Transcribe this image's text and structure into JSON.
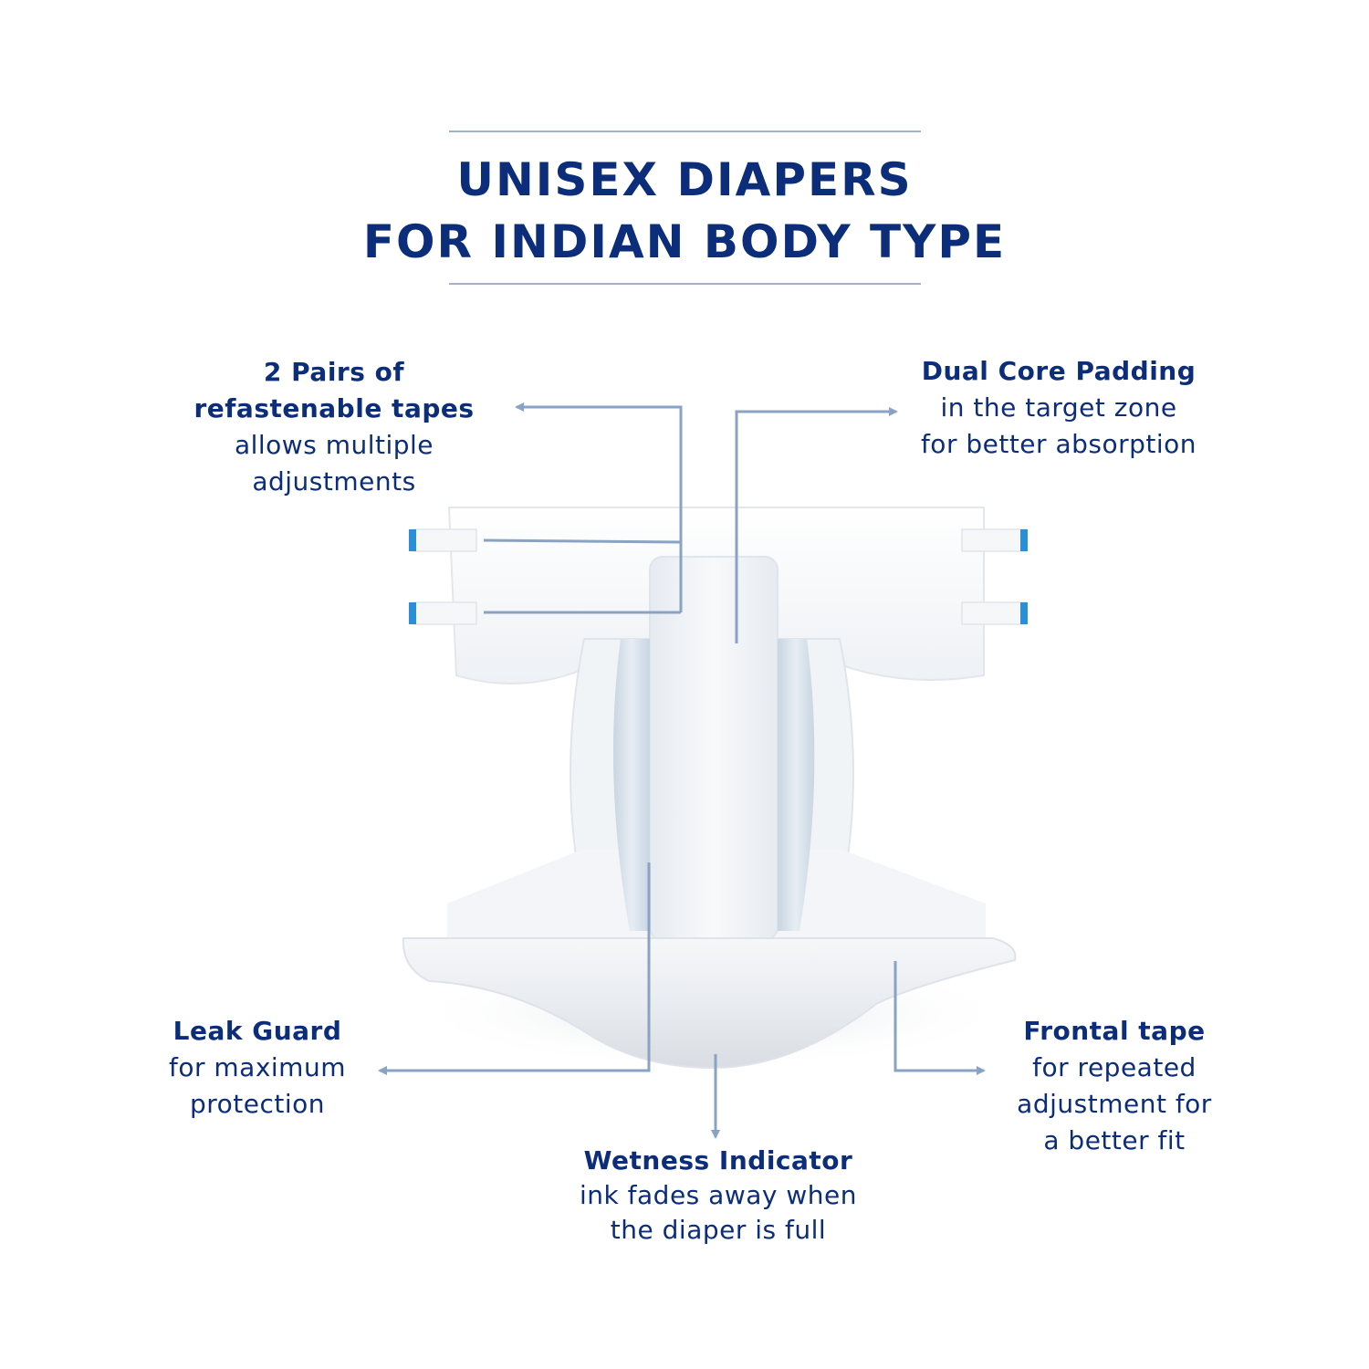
{
  "title": {
    "line1": "UNISEX DIAPERS",
    "line2": "FOR INDIAN BODY TYPE"
  },
  "callouts": {
    "tapes": {
      "heading": [
        "2 Pairs of",
        "refastenable tapes"
      ],
      "body": [
        "allows multiple",
        "adjustments"
      ]
    },
    "core": {
      "heading": "Dual Core Padding",
      "body": [
        "in the target zone",
        "for better absorption"
      ]
    },
    "leak": {
      "heading": "Leak Guard",
      "body": [
        "for maximum",
        "protection"
      ]
    },
    "wetness": {
      "heading": "Wetness Indicator",
      "body": [
        "ink fades away when",
        "the diaper is full"
      ]
    },
    "frontal": {
      "heading": "Frontal tape",
      "body": [
        "for repeated",
        "adjustment for",
        "a better fit"
      ]
    }
  },
  "colors": {
    "heading_text": "#0c2d7a",
    "rule": "#9db3cf",
    "leader_line": "#8aa2c4",
    "tape_blue": "#2a8fd6"
  }
}
